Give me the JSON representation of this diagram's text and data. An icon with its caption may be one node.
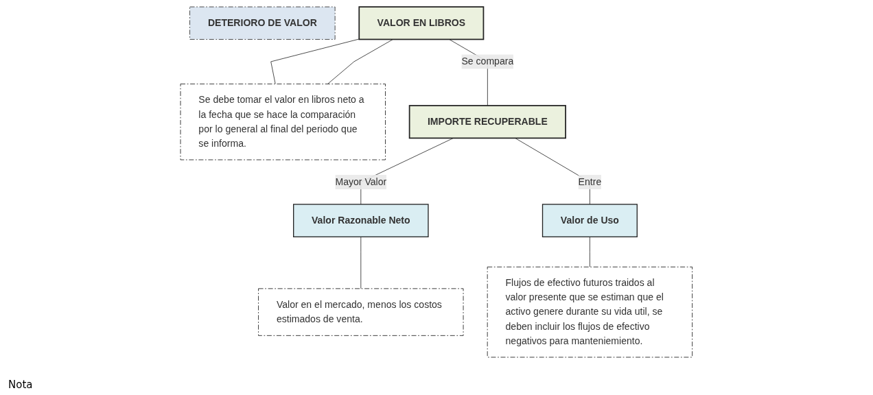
{
  "diagram": {
    "nodes": [
      {
        "text": [
          "DETERIORO DE VALOR"
        ]
      },
      {
        "text": [
          "VALOR EN LIBROS"
        ]
      },
      {
        "text": [
          "Se debe tomar el valor en libros neto a la fecha que se hace la comparación por lo general al final del periodo que se informa."
        ]
      },
      {
        "text": [
          "IMPORTE RECUPERABLE"
        ]
      },
      {
        "text": [
          "Valor Razonable Neto"
        ]
      },
      {
        "text": [
          "Valor en el mercado, menos los costos estimados de venta."
        ]
      },
      {
        "text": [
          "Valor de Uso"
        ]
      },
      {
        "text": [
          "Flujos de efectivo futuros traidos al valor presente que se estiman que el activo genere durante su vida util, se deben incluir los flujos de efectivo negativos para manteniemiento."
        ]
      }
    ],
    "edges": [
      {
        "from": 1,
        "to": 3,
        "arrow": "none",
        "label": "Se compara"
      },
      {
        "from": 1,
        "to": 2,
        "arrow": "none"
      },
      {
        "from": 1,
        "to": 2,
        "arrow": "none"
      },
      {
        "from": 3,
        "to": 4,
        "arrow": "none",
        "label": "Mayor Valor"
      },
      {
        "from": 3,
        "to": 6,
        "arrow": "none",
        "label": "Entre"
      },
      {
        "from": 4,
        "to": 5,
        "arrow": "none"
      },
      {
        "from": 6,
        "to": 7,
        "arrow": "none"
      }
    ],
    "labels": [
      "Nota"
    ]
  }
}
